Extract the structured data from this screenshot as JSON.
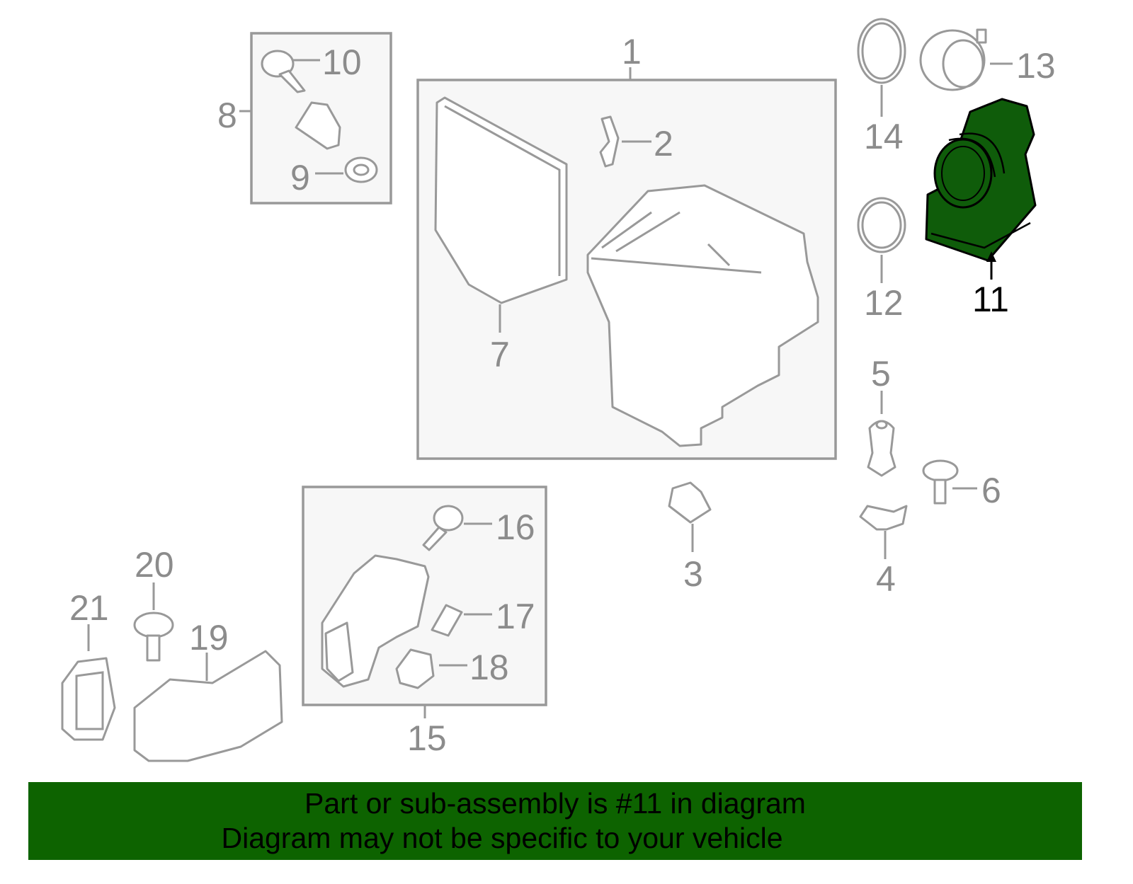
{
  "diagram": {
    "highlighted_part": "11",
    "highlight_color": "#0f5c0a",
    "callouts": {
      "c1": "1",
      "c2": "2",
      "c3": "3",
      "c4": "4",
      "c5": "5",
      "c6": "6",
      "c7": "7",
      "c8": "8",
      "c9": "9",
      "c10": "10",
      "c11": "11",
      "c12": "12",
      "c13": "13",
      "c14": "14",
      "c15": "15",
      "c16": "16",
      "c17": "17",
      "c18": "18",
      "c19": "19",
      "c20": "20",
      "c21": "21"
    }
  },
  "banner": {
    "line1": "Part or sub-assembly is #11 in diagram",
    "line2": "Diagram may not be specific to your vehicle",
    "color": "#0d6300"
  }
}
